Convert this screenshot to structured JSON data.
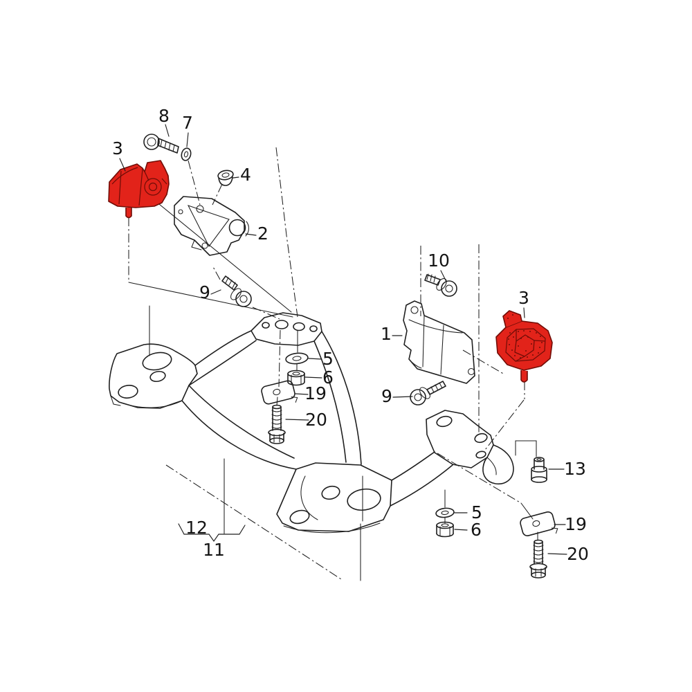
{
  "diagram": {
    "colors": {
      "background": "#ffffff",
      "line": "#1f1f1f",
      "highlight_fill": "#e2231a",
      "highlight_stroke": "#700d07"
    },
    "callouts": {
      "bolt8": {
        "label": "8"
      },
      "washer7": {
        "label": "7"
      },
      "mount3_left": {
        "label": "3"
      },
      "buffer4": {
        "label": "4"
      },
      "bracket2": {
        "label": "2"
      },
      "bolt9_left": {
        "label": "9"
      },
      "bolt10": {
        "label": "10"
      },
      "bracket1": {
        "label": "1"
      },
      "mount3_right": {
        "label": "3"
      },
      "bolt9_right": {
        "label": "9"
      },
      "washer5_center": {
        "label": "5"
      },
      "nut6_center": {
        "label": "6"
      },
      "plate19_center": {
        "label": "19"
      },
      "bolt20_center": {
        "label": "20"
      },
      "stud13": {
        "label": "13"
      },
      "washer5_right": {
        "label": "5"
      },
      "nut6_right": {
        "label": "6"
      },
      "plate19_right": {
        "label": "19"
      },
      "bolt20_right": {
        "label": "20"
      },
      "group12": {
        "label": "12"
      },
      "group11": {
        "label": "11"
      }
    }
  }
}
